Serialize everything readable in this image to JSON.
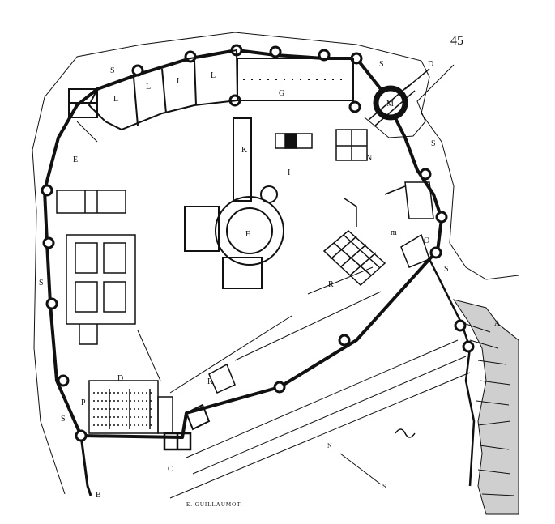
{
  "page_number": "45",
  "credit": "E. GUILLAUMOT.",
  "colors": {
    "ink": "#111111",
    "paper": "#ffffff",
    "water": "#cfcfcf"
  },
  "labels": {
    "A": "A",
    "B": "B",
    "C": "C",
    "D": "D",
    "E": "E",
    "F": "F",
    "G": "G",
    "I": "I",
    "K": "K",
    "L": "L",
    "M": "M",
    "N": "N",
    "P": "P",
    "R": "R",
    "S": "S",
    "O": "O",
    "m": "m"
  },
  "compass": {
    "north": "N",
    "south": "S"
  }
}
